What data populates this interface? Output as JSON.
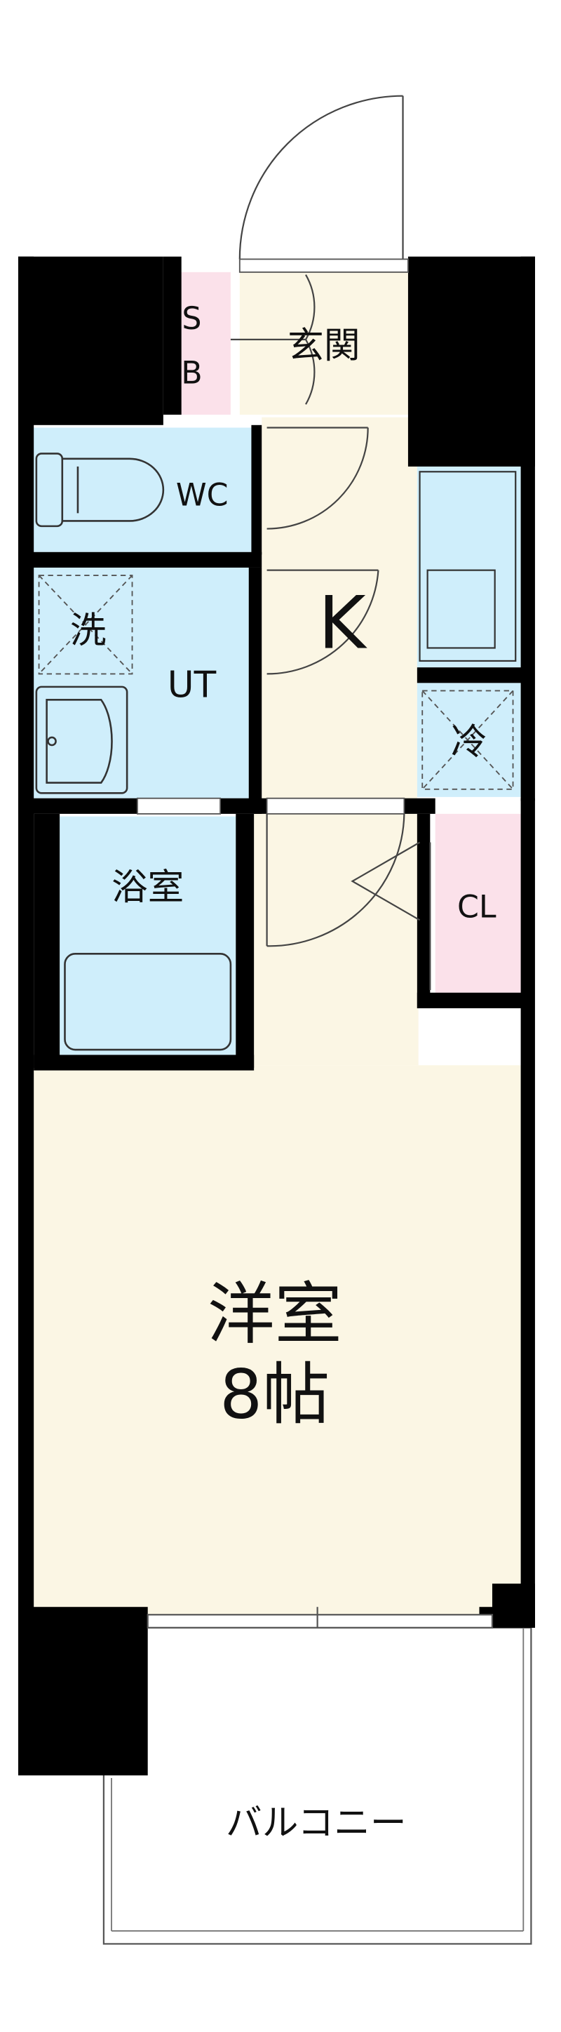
{
  "labels": {
    "storage": "S",
    "storage2": "B",
    "entrance": "玄関",
    "toilet": "WC",
    "kitchen": "K",
    "washer": "洗",
    "utility": "UT",
    "fridge": "冷",
    "bath": "浴室",
    "closet": "CL",
    "bedroom": "洋室",
    "bedroom_size": "8帖",
    "balcony": "バルコニー"
  },
  "colors": {
    "wall": "#000000",
    "floor": "#fbf6e4",
    "wet_area": "#cfeefb",
    "closet": "#fbe1ea",
    "line": "#444444"
  }
}
